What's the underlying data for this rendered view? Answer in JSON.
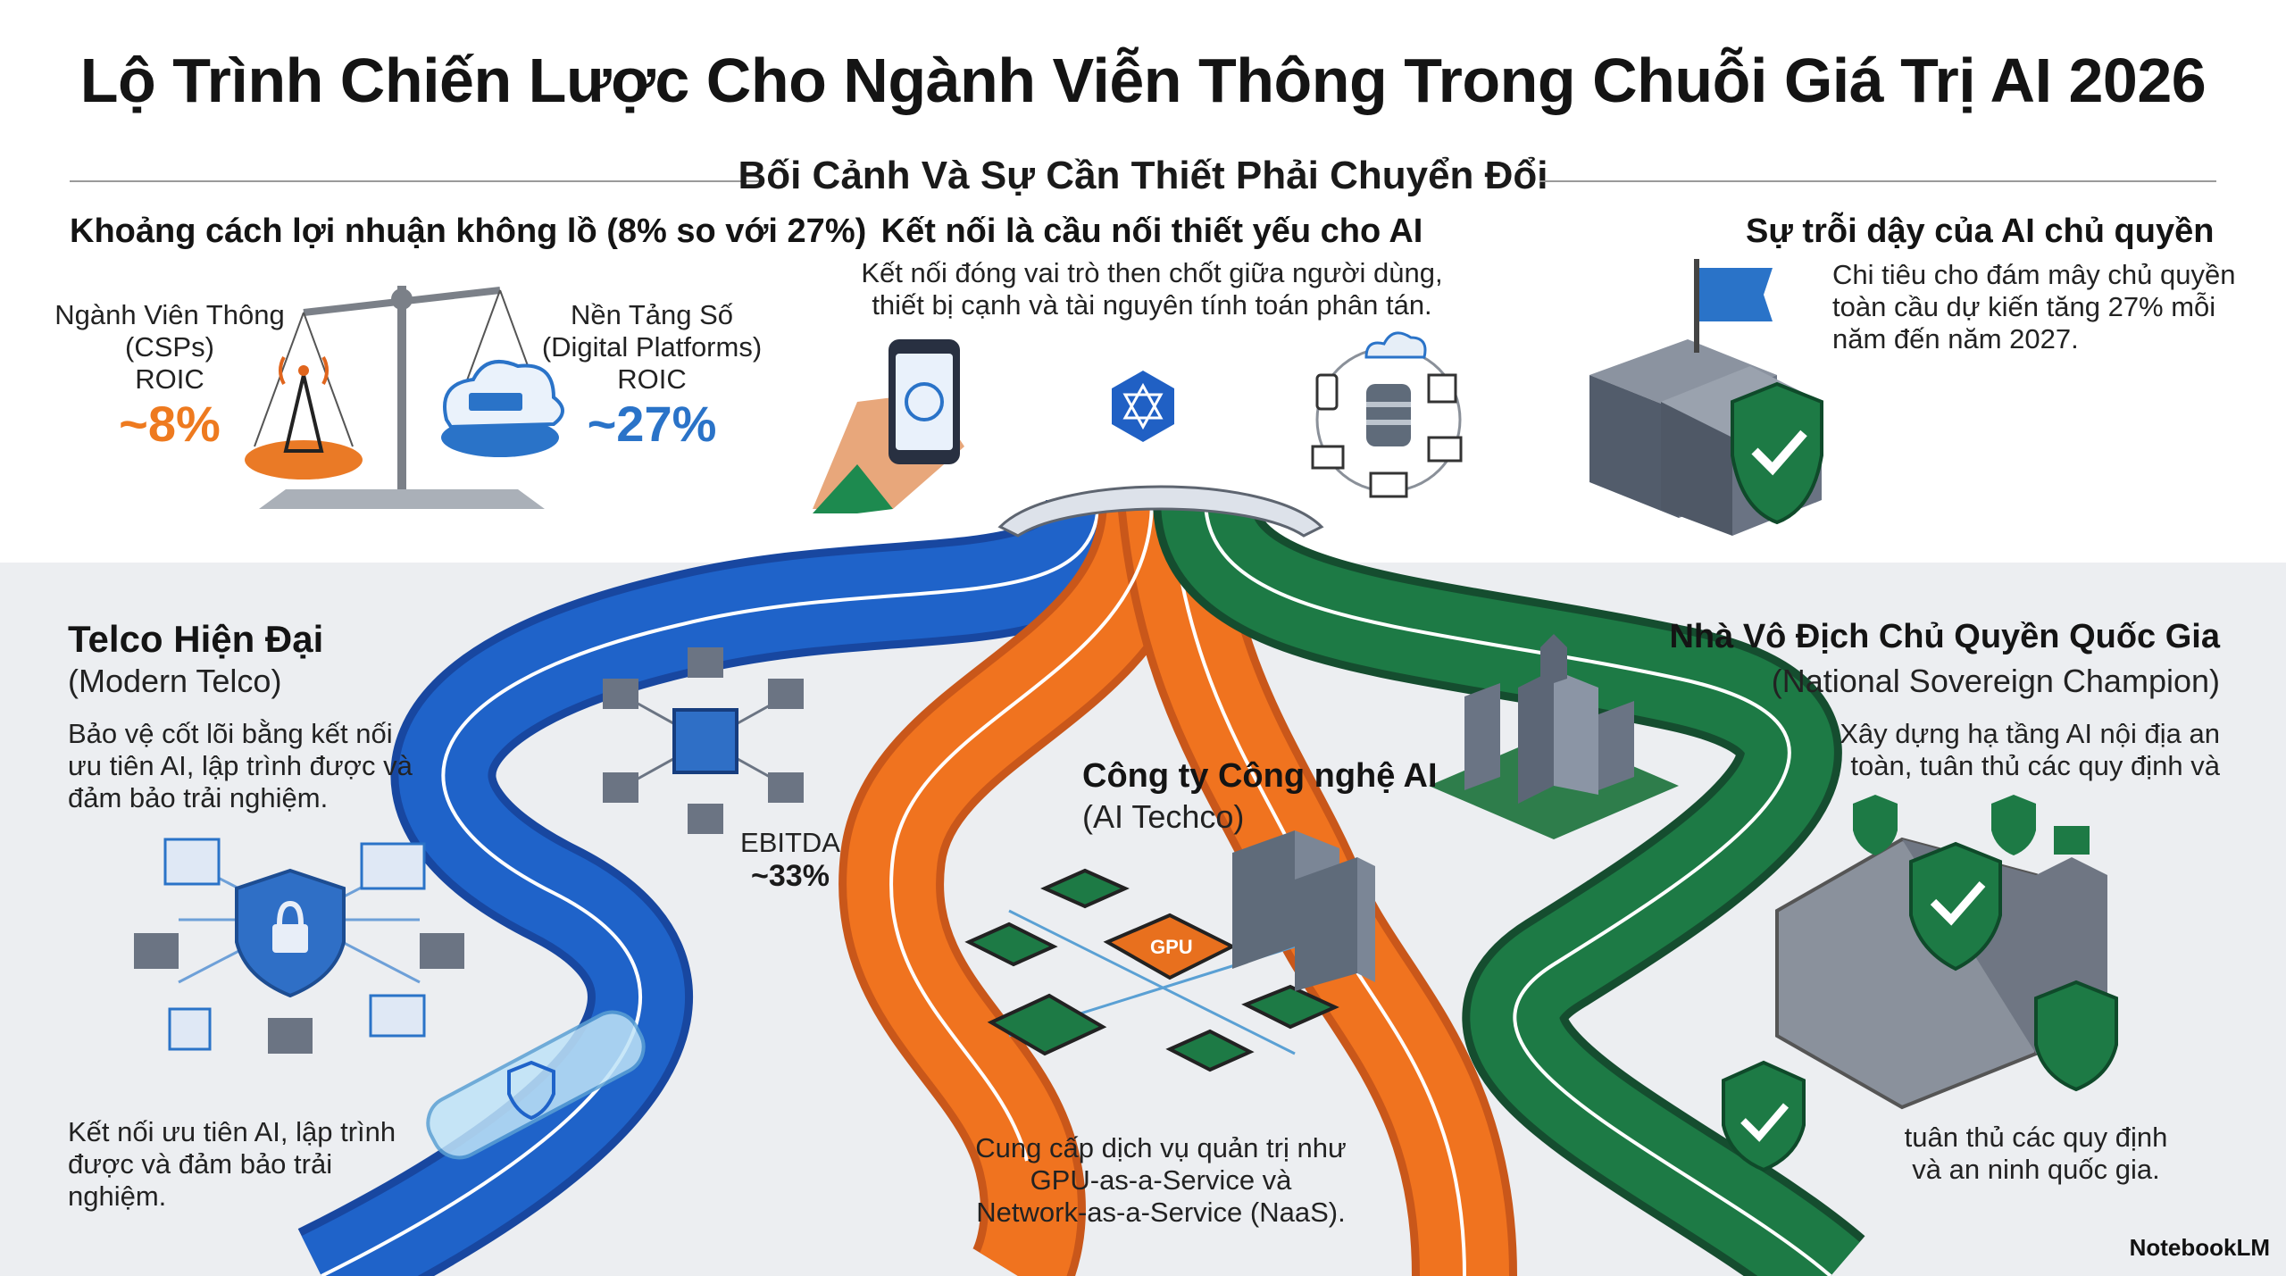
{
  "title": "Lộ Trình Chiến Lược Cho Ngành Viễn Thông Trong Chuỗi Giá Trị AI 2026",
  "context_heading": "Bối Cảnh Và Sự Cần Thiết Phải Chuyển Đổi",
  "profit_gap": {
    "heading": "Khoảng cách lợi nhuận không lồ (8% so với 27%)",
    "left_label_1": "Ngành Viên Thông",
    "left_label_2": "(CSPs)",
    "left_label_3": "ROIC",
    "left_value": "~8%",
    "right_label_1": "Nền Tảng Số",
    "right_label_2": "(Digital Platforms)",
    "right_label_3": "ROIC",
    "right_value": "~27%"
  },
  "connectivity": {
    "heading": "Kết nối là cầu nối thiết yếu cho AI",
    "text_1": "Kết nối đóng vai trò then chốt giữa người dùng,",
    "text_2": "thiết bị cạnh và tài nguyên tính toán phân tán."
  },
  "sovereign_rise": {
    "heading": "Sự trỗi dậy của AI chủ quyền",
    "text_1": "Chi tiêu cho đám mây chủ quyền",
    "text_2": "toàn cầu dự kiến tăng 27% mỗi",
    "text_3": "năm đến năm 2027."
  },
  "modern_telco": {
    "heading": "Telco Hiện Đại",
    "subheading": "(Modern Telco)",
    "text_1": "Bảo vệ cốt lõi bằng kết nối",
    "text_2": "ưu tiên AI, lập trình được và",
    "text_3": "đảm bảo trải nghiệm.",
    "bottom_1": "Kết nối ưu tiên AI, lập trình",
    "bottom_2": "được và đảm bảo trải",
    "bottom_3": "nghiệm.",
    "ebitda_label": "EBITDA",
    "ebitda_value": "~33%"
  },
  "ai_techco": {
    "heading": "Công ty Công nghệ AI",
    "subheading": "(AI Techco)",
    "chip_label": "GPU",
    "text_1": "Cung cấp dịch vụ quản trị như",
    "text_2": "GPU-as-a-Service và",
    "text_3": "Network-as-a-Service (NaaS)."
  },
  "national_champion": {
    "heading": "Nhà Vô Địch Chủ Quyền Quốc Gia",
    "subheading": "(National Sovereign Champion)",
    "text_1": "Xây dựng hạ tầng AI nội địa an",
    "text_2": "toàn, tuân thủ các quy định và",
    "bottom_1": "tuân thủ các quy định",
    "bottom_2": "và an ninh quốc gia."
  },
  "brand": "NotebookLM",
  "colors": {
    "telco_road": "#1f63c9",
    "techco_road": "#f0731f",
    "sovereign_road": "#1d7a45",
    "orange_value": "#ee7a1f",
    "blue_value": "#2a73c8"
  },
  "icons": [
    "scale-icon",
    "cell-tower-icon",
    "cloud-icon",
    "phone-icon",
    "hexagon-ai-icon",
    "network-icon",
    "server-icon",
    "shield-check-icon",
    "flag-icon",
    "lock-shield-icon",
    "gpu-chip-icon",
    "building-icon",
    "fortress-icon"
  ]
}
